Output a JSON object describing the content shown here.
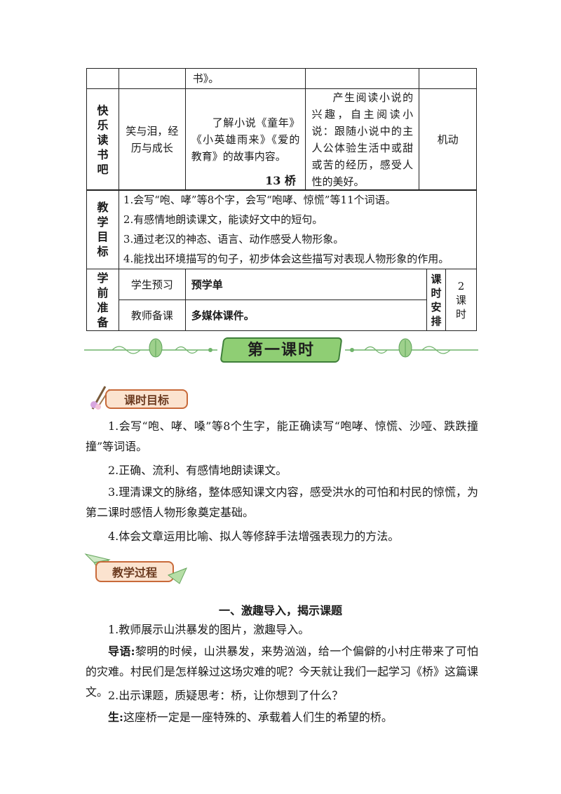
{
  "table1": {
    "row1": {
      "c3": "书》。"
    },
    "row2": {
      "head": [
        "快",
        "乐",
        "读",
        "书",
        "吧"
      ],
      "c2": "笑与泪，经历与成长",
      "c3": "了解小说《童年》《小英雄雨来》《爱的教育》的故事内容。",
      "c4": "产生阅读小说的兴趣，自主阅读小说：跟随小说中的主人公体验生活中或甜或苦的经历，感受人性的美好。",
      "c5": "机动"
    }
  },
  "lesson_title": "13 桥",
  "table2": {
    "goals_head": [
      "教",
      "学",
      "目",
      "标"
    ],
    "goals": [
      "1.会写“咆、哮”等8个字，会写“咆哮、惊慌”等11个词语。",
      "2.有感情地朗读课文，能读好文中的短句。",
      "3.通过老汉的神态、语言、动作感受人物形象。",
      "4.能找出环境描写的句子，初步体会这些描写对表现人物形象的作用。"
    ],
    "prep_head": [
      "学",
      "前",
      "准",
      "备"
    ],
    "student_label": "学生预习",
    "student_value": "预学单",
    "teacher_label": "教师备课",
    "teacher_value": "多媒体课件。",
    "schedule_head": [
      "课",
      "时",
      "安",
      "排"
    ],
    "schedule_value": [
      "2",
      "课",
      "时"
    ]
  },
  "banner": {
    "text": "第一课时",
    "color": "#7dc36b"
  },
  "badge_goal": "课时目标",
  "badge_process": "教学过程",
  "lesson_goals": [
    "1.会写“咆、哮、嗓”等8个生字，能正确读写“咆哮、惊慌、沙哑、跌跌撞撞”等词语。",
    "2.正确、流利、有感情地朗读课文。",
    "3.理清课文的脉络，整体感知课文内容，感受洪水的可怕和村民的惊慌，为第二课时感悟人物形象奠定基础。",
    "4.体会文章运用比喻、拟人等修辞手法增强表现力的方法。"
  ],
  "section1_title": "一、激趣导入，揭示课题",
  "step1": "1.教师展示山洪暴发的图片，激趣导入。",
  "intro_label": "导语:",
  "intro_text": "黎明的时候，山洪暴发，来势汹汹，给一个偏僻的小村庄带来了可怕的灾难。村民们是怎样躲过这场灾难的呢？今天就让我们一起学习《桥》这篇课文。",
  "step2": "2.出示课题，质疑思考：桥，让你想到了什么？",
  "student_label": "生:",
  "student_text": "这座桥一定是一座特殊的、承载着人们生的希望的桥。"
}
